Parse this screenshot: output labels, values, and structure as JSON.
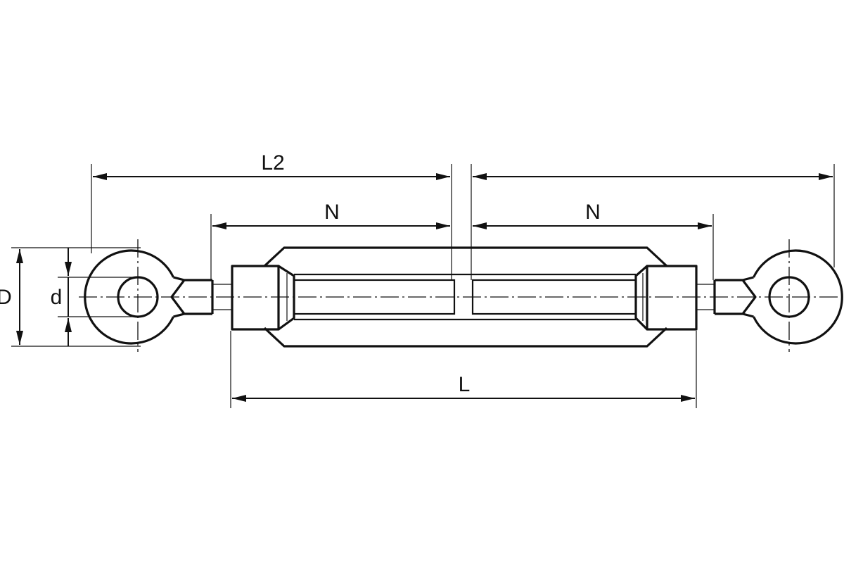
{
  "diagram": {
    "colors": {
      "line": "#111111",
      "background": "#ffffff"
    },
    "dimensions": {
      "l2": "L2",
      "n_left": "N",
      "n_right": "N",
      "l": "L",
      "outer_diameter": "D",
      "inner_diameter": "d"
    }
  }
}
